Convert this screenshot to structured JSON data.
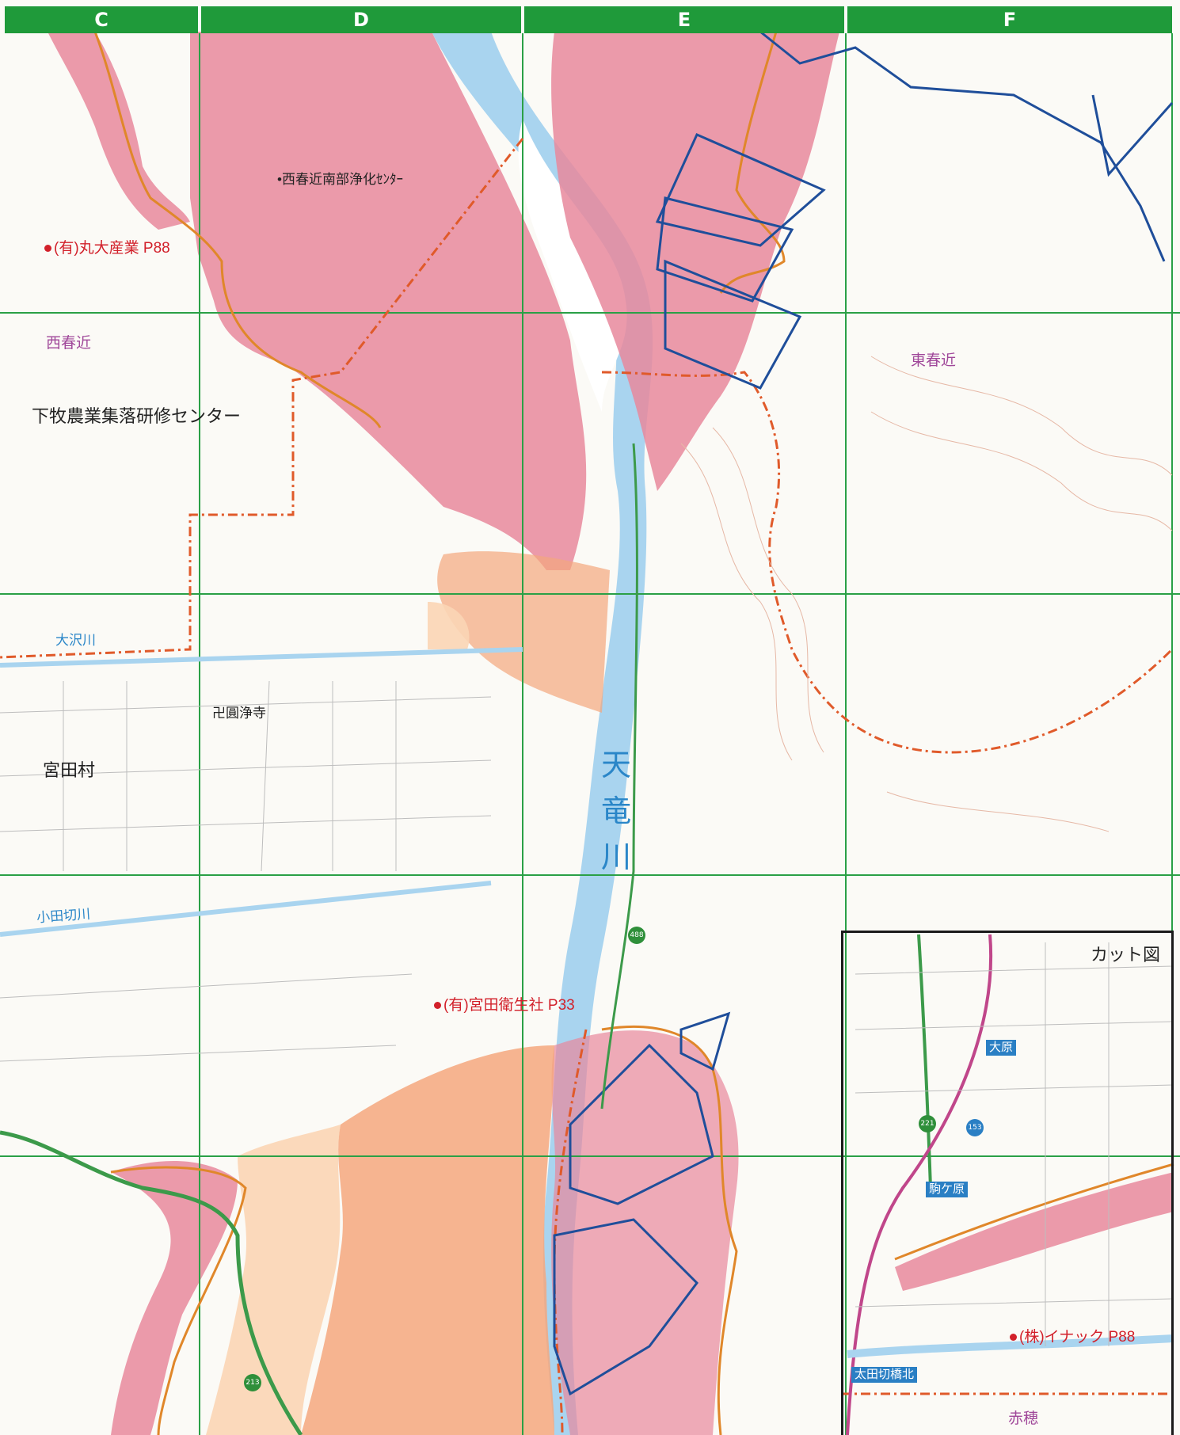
{
  "columns": [
    "C",
    "D",
    "E",
    "F"
  ],
  "colors": {
    "grid": "#2aa046",
    "header": "#1f9a3a",
    "flood_deep": "#e8889c",
    "flood_mid": "#f4a77e",
    "flood_light": "#fbd5b5",
    "landslide_outline": "#1f4e9a",
    "orange_outline": "#e0872a",
    "boundary": "#e05a2a",
    "river": "#a9d4ef",
    "road_national": "#3c9a4a"
  },
  "labels": {
    "maru_daisangyo": "(有)丸大産業 P88",
    "nishiharuchika_plant": "西春近南部浄化ｾﾝﾀｰ",
    "nishiharuchika": "西春近",
    "higashiharuchika": "東春近",
    "shimomaki_center": "下牧農業集落研修センター",
    "osawa_river": "大沢川",
    "enjoji": "圓浄寺",
    "miyata_village": "宮田村",
    "odagiri_river": "小田切川",
    "miyata_eisei": "(有)宮田衛生社 P33",
    "tenryu_river": "天竜川"
  },
  "inset": {
    "title": "カット図",
    "station_ohara": "大原",
    "station_komagahara": "駒ケ原",
    "station_otagiri": "太田切橋北",
    "inakku": "(株)イナック P88",
    "akaho": "赤穂"
  },
  "route_badges": {
    "r488": "488",
    "r221": "221",
    "r153": "153",
    "r213": "213"
  }
}
